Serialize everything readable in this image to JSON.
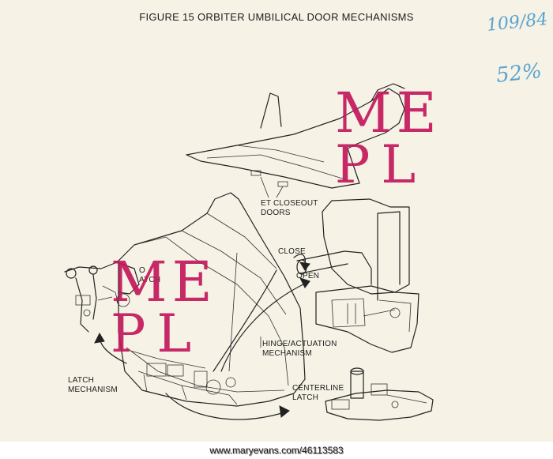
{
  "figure": {
    "title": "FIGURE 15    ORBITER UMBILICAL DOOR MECHANISMS"
  },
  "handwritten": {
    "top": "109/84",
    "percent": "52%"
  },
  "labels": {
    "et_closeout_doors": "ET CLOSEOUT\nDOORS",
    "close": "CLOSE",
    "open": "OPEN",
    "to_latch": "O\nATCH",
    "hinge_actuation": "HINGE/ACTUATION\nMECHANISM",
    "latch_mechanism": "LATCH\nMECHANISM",
    "centerline_latch": "CENTERLINE\nLATCH"
  },
  "watermark": {
    "line1": "ME",
    "line2": "PL"
  },
  "footer": {
    "credit": "www.maryevans.com/46113583"
  },
  "colors": {
    "paper": "#f6f2e6",
    "ink": "#222222",
    "watermark": "#c2185b",
    "handwriting": "#5aa4cf"
  }
}
